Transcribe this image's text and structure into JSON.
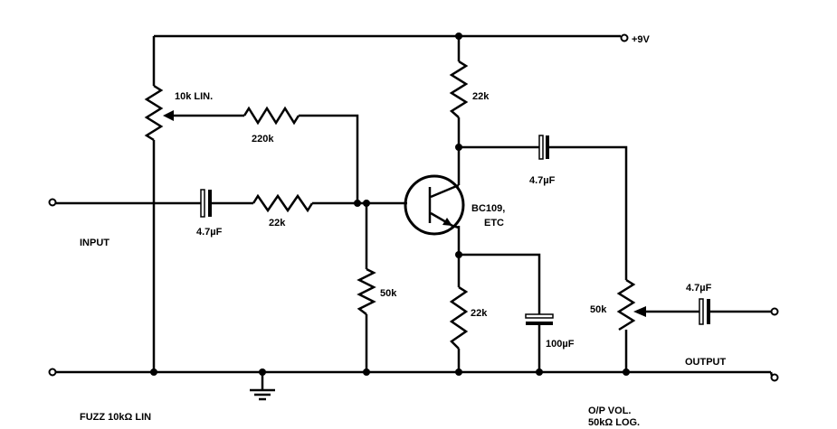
{
  "labels": {
    "supply": "+9V",
    "fuzz_pot": "10k LIN.",
    "feedback_resistor": "220k",
    "input_cap": "4.7µF",
    "input_resistor": "22k",
    "input": "INPUT",
    "fuzz_caption": "FUZZ 10kΩ LIN",
    "base_resistor": "50k",
    "collector_resistor": "22k",
    "transistor_line1": "BC109,",
    "transistor_line2": "ETC",
    "coupling_cap": "4.7µF",
    "emitter_resistor": "22k",
    "emitter_cap": "100µF",
    "volume_pot": "50k",
    "output_cap": "4.7µF",
    "output": "OUTPUT",
    "vol_caption_line1": "O/P VOL.",
    "vol_caption_line2": "50kΩ LOG."
  }
}
